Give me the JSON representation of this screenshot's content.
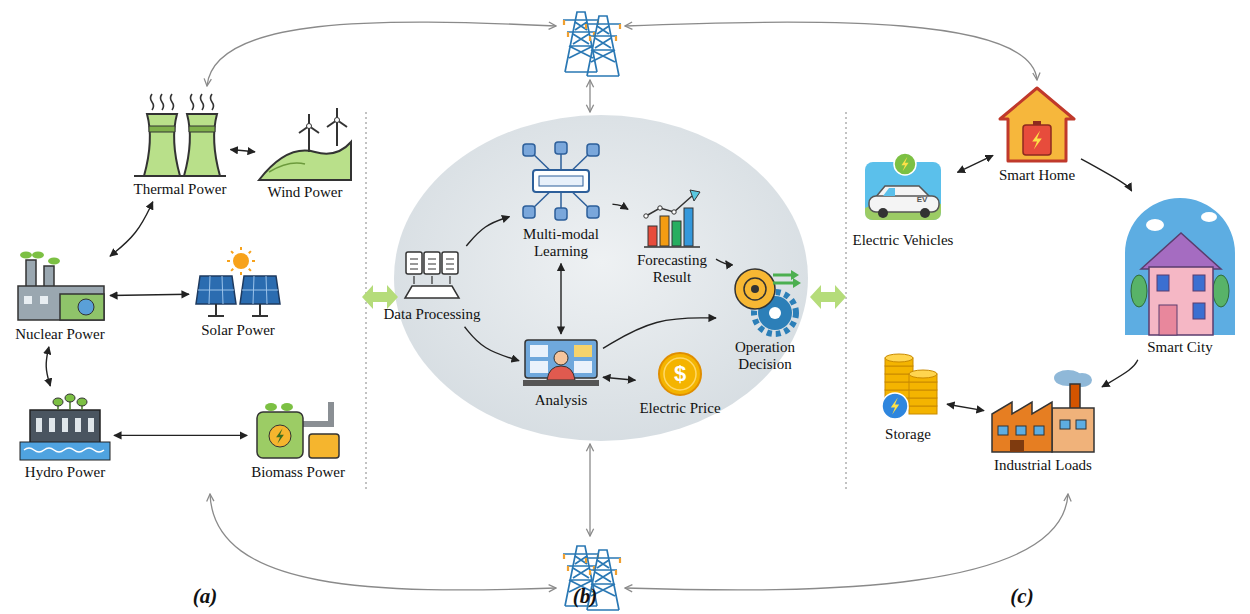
{
  "diagram": {
    "nodes": [
      {
        "text": [
          "Thermal Power"
        ]
      },
      {
        "text": [
          "Wind Power"
        ]
      },
      {
        "text": [
          "Nuclear Power"
        ]
      },
      {
        "text": [
          "Solar Power"
        ]
      },
      {
        "text": [
          "Hydro Power"
        ]
      },
      {
        "text": [
          "Biomass Power"
        ]
      },
      {
        "text": [
          "Data Processing"
        ]
      },
      {
        "text": [
          "Multi-modal Learning"
        ]
      },
      {
        "text": [
          "Forecasting Result"
        ]
      },
      {
        "text": [
          "Operation Decision"
        ]
      },
      {
        "text": [
          "Analysis"
        ]
      },
      {
        "text": [
          "Electric Price"
        ]
      },
      {
        "text": [
          "Electric Vehicles"
        ]
      },
      {
        "text": [
          "Smart Home"
        ]
      },
      {
        "text": [
          "Smart City"
        ]
      },
      {
        "text": [
          "Storage"
        ]
      },
      {
        "text": [
          "Industrial Loads"
        ]
      }
    ],
    "edges": [
      {
        "from": 0,
        "to": 1,
        "arrow": "both"
      },
      {
        "from": 0,
        "to": 2,
        "arrow": "both"
      },
      {
        "from": 2,
        "to": 3,
        "arrow": "both"
      },
      {
        "from": 2,
        "to": 4,
        "arrow": "both"
      },
      {
        "from": 4,
        "to": 5,
        "arrow": "both"
      },
      {
        "from": 6,
        "to": 7,
        "arrow": "to"
      },
      {
        "from": 6,
        "to": 10,
        "arrow": "to"
      },
      {
        "from": 7,
        "to": 10,
        "arrow": "both"
      },
      {
        "from": 7,
        "to": 8,
        "arrow": "to"
      },
      {
        "from": 8,
        "to": 9,
        "arrow": "to"
      },
      {
        "from": 10,
        "to": 9,
        "arrow": "to"
      },
      {
        "from": 10,
        "to": 11,
        "arrow": "both"
      },
      {
        "from": 12,
        "to": 13,
        "arrow": "both"
      },
      {
        "from": 13,
        "to": 14,
        "arrow": "to"
      },
      {
        "from": 14,
        "to": 16,
        "arrow": "to"
      },
      {
        "from": 15,
        "to": 16,
        "arrow": "both"
      }
    ],
    "labels": [
      "(a)",
      "(b)",
      "(c)",
      "EV",
      "$"
    ]
  }
}
